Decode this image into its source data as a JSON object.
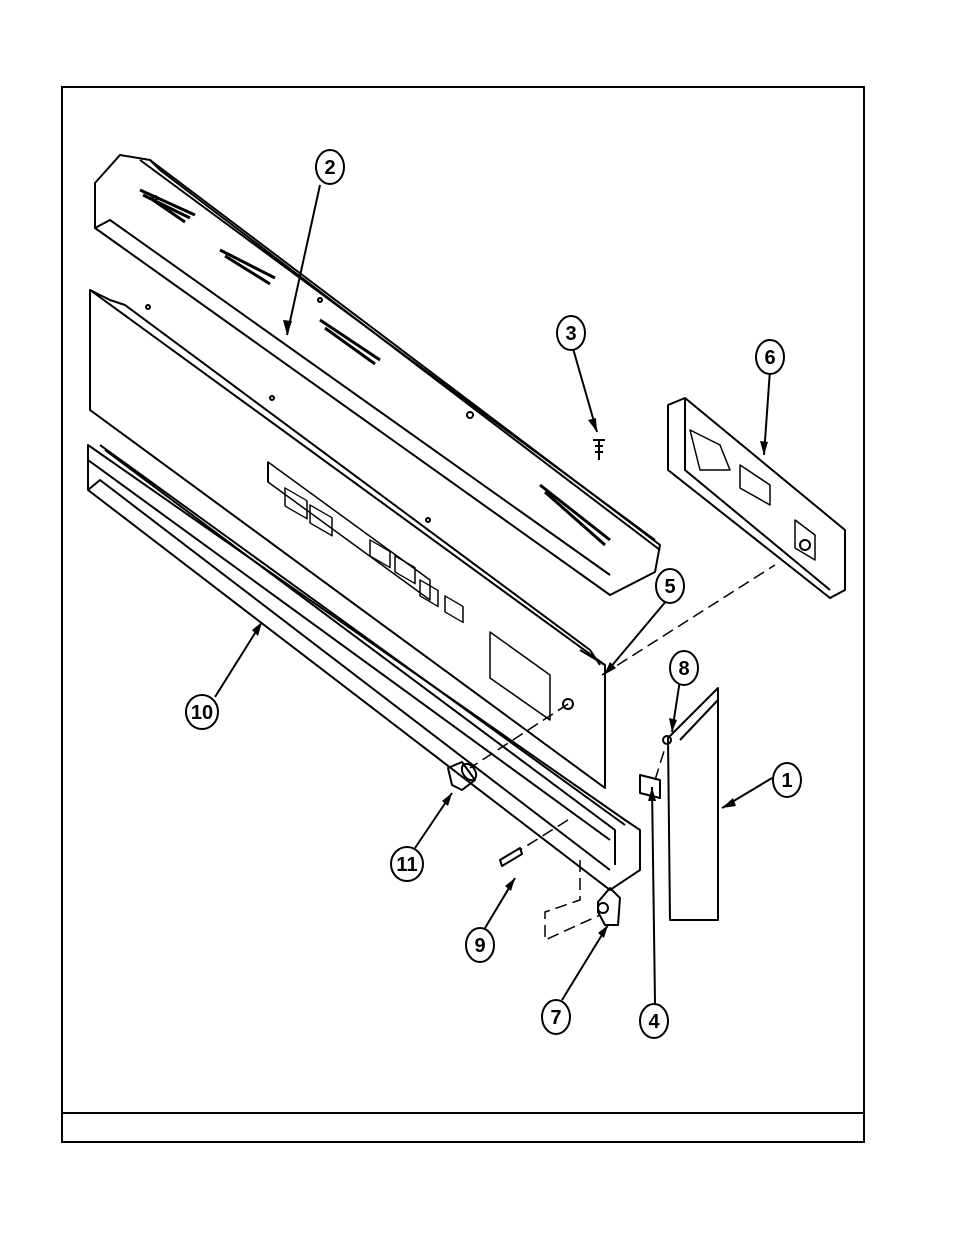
{
  "diagram": {
    "callouts": [
      {
        "id": "c1",
        "label": "1"
      },
      {
        "id": "c2",
        "label": "2"
      },
      {
        "id": "c3",
        "label": "3"
      },
      {
        "id": "c4",
        "label": "4"
      },
      {
        "id": "c5",
        "label": "5"
      },
      {
        "id": "c6",
        "label": "6"
      },
      {
        "id": "c7",
        "label": "7"
      },
      {
        "id": "c8",
        "label": "8"
      },
      {
        "id": "c9",
        "label": "9"
      },
      {
        "id": "c10",
        "label": "10"
      },
      {
        "id": "c11",
        "label": "11"
      }
    ]
  },
  "colors": {
    "ink": "#000000",
    "paper": "#ffffff"
  }
}
